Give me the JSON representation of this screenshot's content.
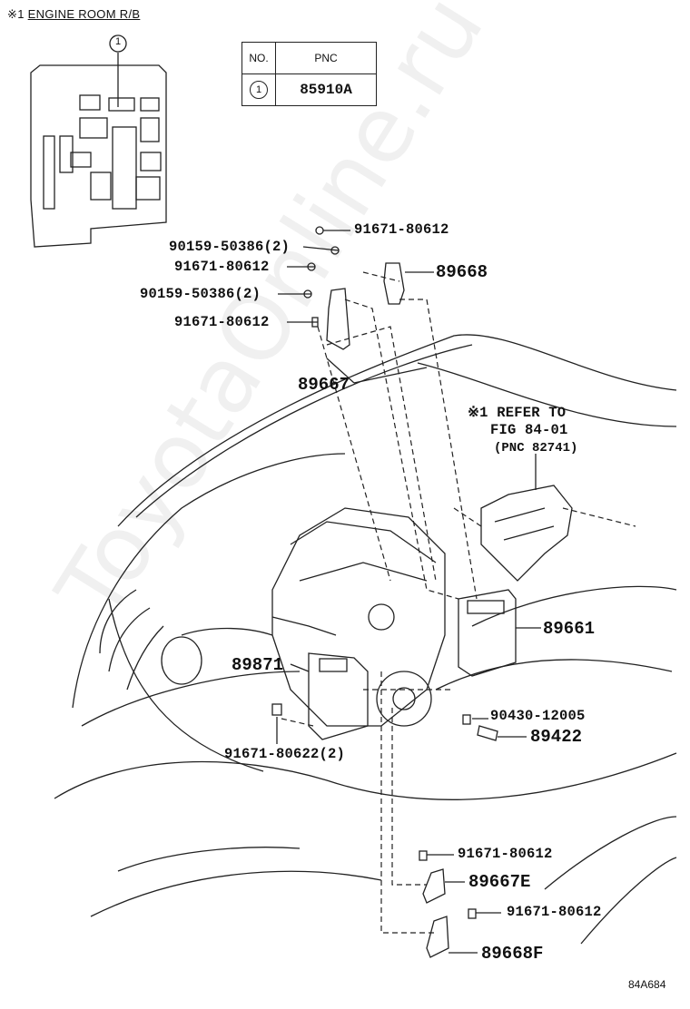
{
  "header": {
    "symbol": "※1",
    "title": "ENGINE ROOM R/B"
  },
  "box_callout": "1",
  "table": {
    "col_no": "NO.",
    "col_pnc": "PNC",
    "row_no": "1",
    "row_pnc": "85910A"
  },
  "labels": {
    "p1": "91671-80612",
    "p2": "90159-50386(2)",
    "p3": "91671-80612",
    "p4": "89668",
    "p5": "90159-50386(2)",
    "p6": "91671-80612",
    "p7": "89667",
    "ref1": "※1 REFER TO",
    "ref2": "FIG 84-01",
    "ref3": "(PNC 82741)",
    "p8": "89661",
    "p9": "89871",
    "p10": "90430-12005",
    "p11": "89422",
    "p12": "91671-80622(2)",
    "p13": "91671-80612",
    "p14": "89667E",
    "p15": "91671-80612",
    "p16": "89668F"
  },
  "watermark": "ToyotaOnline.ru",
  "figure_code": "84A684"
}
